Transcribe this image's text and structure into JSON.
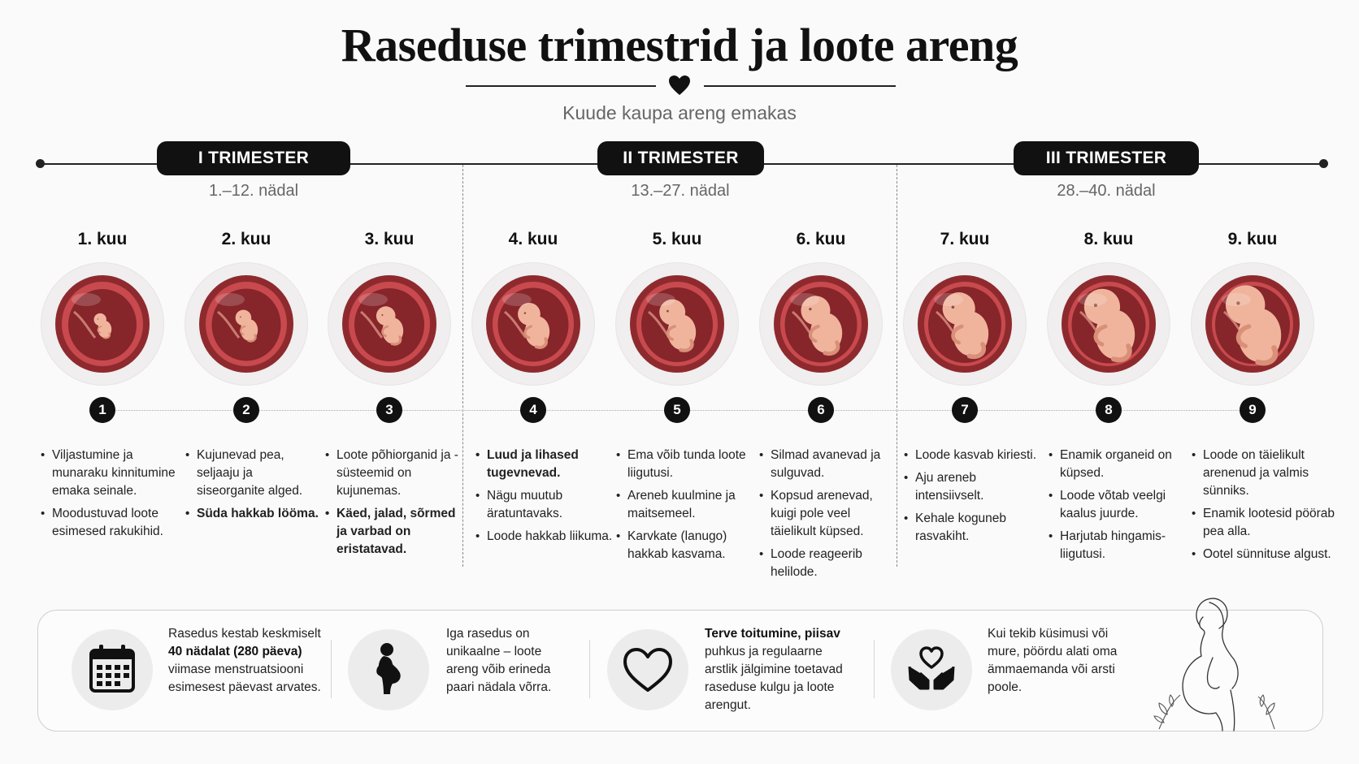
{
  "header": {
    "title": "Raseduse trimestrid ja loote areng",
    "subtitle": "Kuude kaupa areng emakas"
  },
  "trimesters": [
    {
      "label": "I TRIMESTER",
      "weeks": "1.–12. nädal"
    },
    {
      "label": "II TRIMESTER",
      "weeks": "13.–27. nädal"
    },
    {
      "label": "III TRIMESTER",
      "weeks": "28.–40. nädal"
    }
  ],
  "months": [
    {
      "label": "1. kuu",
      "number": "1",
      "facts": [
        {
          "text": "Viljastumine ja munaraku kinnitumine emaka seinale.",
          "bold": false
        },
        {
          "text": "Moodustuvad loote esimesed rakukihid.",
          "bold": false
        }
      ]
    },
    {
      "label": "2. kuu",
      "number": "2",
      "facts": [
        {
          "text": "Kujunevad pea, seljaaju ja siseorganite alged.",
          "bold": false
        },
        {
          "text": "Süda hakkab lööma.",
          "bold": true
        }
      ]
    },
    {
      "label": "3. kuu",
      "number": "3",
      "facts": [
        {
          "text": "Loote põhiorganid ja -süsteemid on kujunemas.",
          "bold": false
        },
        {
          "text": "Käed, jalad, sõrmed ja varbad on eristatavad.",
          "bold": true
        }
      ]
    },
    {
      "label": "4. kuu",
      "number": "4",
      "facts": [
        {
          "text": "Luud ja lihased tugevnevad.",
          "bold": true
        },
        {
          "text": "Nägu muutub äratuntavaks.",
          "bold": false
        },
        {
          "text": "Loode hakkab liikuma.",
          "bold": false
        }
      ]
    },
    {
      "label": "5. kuu",
      "number": "5",
      "facts": [
        {
          "text": "Ema võib tunda loote liigutusi.",
          "bold": false
        },
        {
          "text": "Areneb kuulmine ja maitsemeel.",
          "bold": false
        },
        {
          "text": "Karvkate (lanugo) hakkab kasvama.",
          "bold": false
        }
      ]
    },
    {
      "label": "6. kuu",
      "number": "6",
      "facts": [
        {
          "text": "Silmad avanevad ja sulguvad.",
          "bold": false
        },
        {
          "text": "Kopsud arenevad, kuigi pole veel täielikult küpsed.",
          "bold": false
        },
        {
          "text": "Loode reageerib helilode.",
          "bold": false
        }
      ]
    },
    {
      "label": "7. kuu",
      "number": "7",
      "facts": [
        {
          "text": "Loode kasvab kiriesti.",
          "bold": false
        },
        {
          "text": "Aju areneb intensiivselt.",
          "bold": false
        },
        {
          "text": "Kehale koguneb rasvakiht.",
          "bold": false
        }
      ]
    },
    {
      "label": "8. kuu",
      "number": "8",
      "facts": [
        {
          "text": "Enamik organeid on küpsed.",
          "bold": false
        },
        {
          "text": "Loode võtab veelgi kaalus juurde.",
          "bold": false
        },
        {
          "text": "Harjutab hingamis-liigutusi.",
          "bold": false
        }
      ]
    },
    {
      "label": "9. kuu",
      "number": "9",
      "facts": [
        {
          "text": "Loode on täielikult arenenud ja valmis sünniks.",
          "bold": false
        },
        {
          "text": "Enamik lootesid pöörab pea alla.",
          "bold": false
        },
        {
          "text": "Ootel sünnituse algust.",
          "bold": false
        }
      ]
    }
  ],
  "info": [
    {
      "icon": "calendar-icon",
      "pre": "Rasedus kestab keskmiselt ",
      "bold": "40 nädalat (280 päeva)",
      "post": " viimase menstruatsiooni esimesest päevast arvates."
    },
    {
      "icon": "pregnant-silhouette-icon",
      "pre": "Iga rasedus on unikaalne – loote areng võib erineda paari nädala võrra.",
      "bold": "",
      "post": ""
    },
    {
      "icon": "heart-outline-icon",
      "pre": "",
      "bold": "Terve toitumine, piisav",
      "post": " puhkus ja regulaarne arstlik jälgimine toetavad raseduse kulgu ja loote arengut."
    },
    {
      "icon": "hands-heart-icon",
      "pre": "Kui tekib küsimusi või mure, pöördu alati oma ämmaemanda või arsti poole.",
      "bold": "",
      "post": ""
    }
  ],
  "colors": {
    "accent": "#111111",
    "womb": "#c84a4e",
    "fetus": "#f0b49c"
  }
}
